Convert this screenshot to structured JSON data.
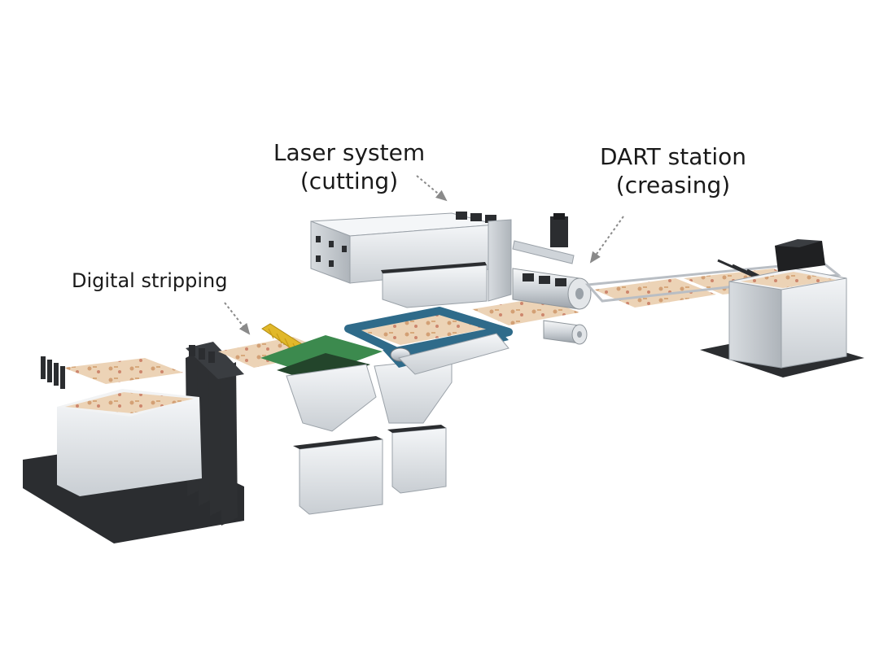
{
  "labels": {
    "laser_system": {
      "line1": "Laser system",
      "line2": "(cutting)"
    },
    "dart_station": {
      "line1": "DART station",
      "line2": "(creasing)"
    },
    "digital_stripping": {
      "line1": "Digital stripping"
    }
  },
  "colors": {
    "machine_body": "#e9ecef",
    "machine_shadow": "#b9bec4",
    "dark_base": "#2b2d30",
    "sheet": "#e8c9a8",
    "sheet_pattern": "#c98a5a",
    "belt_blue": "#2f6b8a",
    "circuit_green": "#3c8a4e",
    "brush_yellow": "#e1b82a",
    "arrow_gray": "#8a8a8a"
  }
}
